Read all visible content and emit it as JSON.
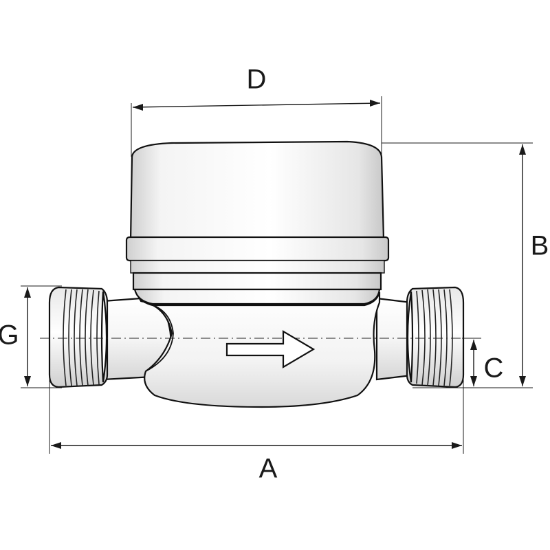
{
  "dimensions": {
    "A": "A",
    "B": "B",
    "C": "C",
    "D": "D",
    "G": "G"
  },
  "colors": {
    "line": "#111111",
    "body_fill": "#f2f2f2",
    "background": "#ffffff"
  }
}
